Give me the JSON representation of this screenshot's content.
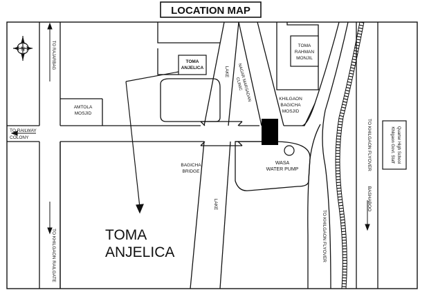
{
  "title": "LOCATION MAP",
  "labels": {
    "to_rajarbag": "TO RAJARBAG",
    "toma_small_line1": "TOMA",
    "toma_small_line2": "ANJELICA",
    "lake_north": "LAKE",
    "nagar_line1": "NAGAR MARSADAN",
    "nagar_line2": "CLINIC",
    "toma_rahman_line1": "TOMA",
    "toma_rahman_line2": "RAHMAN",
    "toma_rahman_line3": "MONJIL",
    "bagicha_mosjid_line1": "KHILGAON",
    "bagicha_mosjid_line2": "BAGICHA",
    "bagicha_mosjid_line3": "MOSJID",
    "amtola_line1": "AMTOLA",
    "amtola_line2": "MOSJID",
    "to_railway_line1": "TO RAILWAY",
    "to_railway_line2": "COLONY",
    "bagicha_bridge_line1": "BAGICHA",
    "bagicha_bridge_line2": "BRIDGE",
    "wasa_line1": "WASA",
    "wasa_line2": "WATER PUMP",
    "lake_south": "LAKE",
    "to_khilgaon_flyover_east": "TO KHILGAON FLYOVER",
    "school_line1": "Khilgaon Govt. Staff",
    "school_line2": "Quarter High School",
    "bashaboo": "BASHABOO",
    "to_khilgaon_flyover_south": "TO KHILGAON FLYOVER",
    "to_khilgaon_railgate": "TO KHILGAON RAILGATE",
    "toma_big_line1": "TOMA",
    "toma_big_line2": "ANJELICA"
  },
  "colors": {
    "ink": "#111111",
    "paper": "#ffffff",
    "site_marker": "#000000"
  },
  "icons": {
    "compass": "compass-rose-icon",
    "site": "site-marker"
  }
}
